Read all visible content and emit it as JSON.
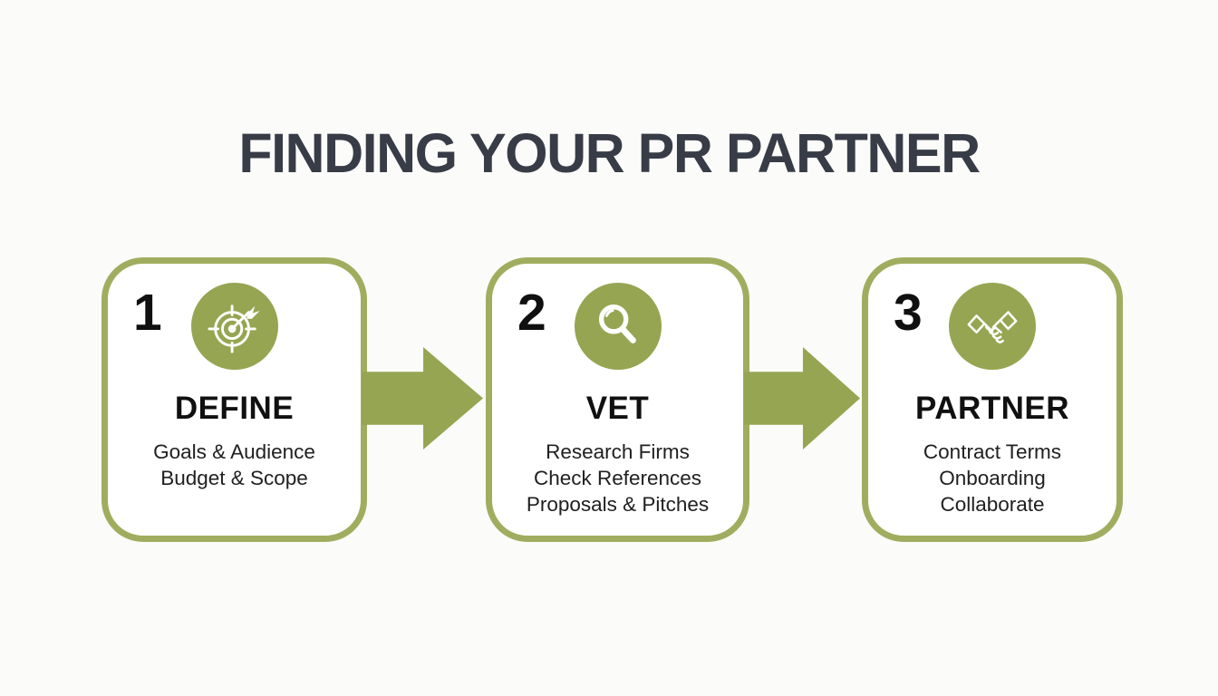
{
  "title": "FINDING YOUR PR PARTNER",
  "colors": {
    "olive": "#96a551",
    "card_border": "#a0ad5f",
    "title_text": "#373c46",
    "heading_text": "#101010",
    "body_text": "#202020",
    "background": "#fbfbfa",
    "card_background": "#ffffff",
    "icon_glyph": "#ffffff"
  },
  "steps": [
    {
      "number": "1",
      "icon": "target-dart-icon",
      "title": "DEFINE",
      "lines": [
        "Goals & Audience",
        "Budget & Scope"
      ]
    },
    {
      "number": "2",
      "icon": "magnifier-icon",
      "title": "VET",
      "lines": [
        "Research Firms",
        "Check References",
        "Proposals & Pitches"
      ]
    },
    {
      "number": "3",
      "icon": "handshake-icon",
      "title": "PARTNER",
      "lines": [
        "Contract Terms",
        "Onboarding",
        "Collaborate"
      ]
    }
  ],
  "connectors": [
    "arrow-right",
    "arrow-right"
  ]
}
